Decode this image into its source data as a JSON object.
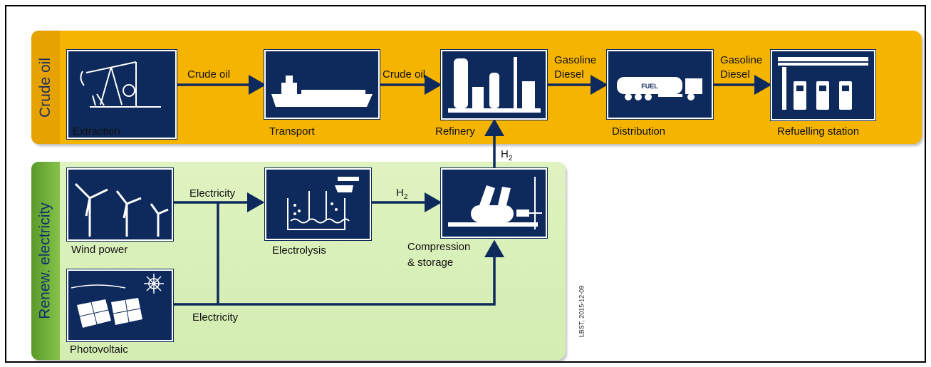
{
  "bands": {
    "crude_oil": "Crude oil",
    "renewable": "Renew. electricity"
  },
  "nodes": {
    "extraction": "Extraction",
    "transport": "Transport",
    "refinery": "Refinery",
    "distribution": "Distribution",
    "refuelling": "Refuelling station",
    "wind": "Wind power",
    "photovoltaic": "Photovoltaic",
    "electrolysis": "Electrolysis",
    "compression_line1": "Compression",
    "compression_line2": "& storage"
  },
  "edges": {
    "crude_oil_1": "Crude oil",
    "crude_oil_2": "Crude oil",
    "gasoline_1": "Gasoline",
    "diesel_1": "Diesel",
    "gasoline_2": "Gasoline",
    "diesel_2": "Diesel",
    "electricity_1": "Electricity",
    "electricity_2": "Electricity",
    "h2_base_1": "H",
    "h2_sub_1": "2",
    "h2_base_2": "H",
    "h2_sub_2": "2"
  },
  "watermark": "LBST, 2015-12-09",
  "colors": {
    "crude_band": "#f5b400",
    "renew_band": "#d3edb2",
    "node_fill": "#0e2a5c",
    "arrow": "#0e2a5c"
  }
}
